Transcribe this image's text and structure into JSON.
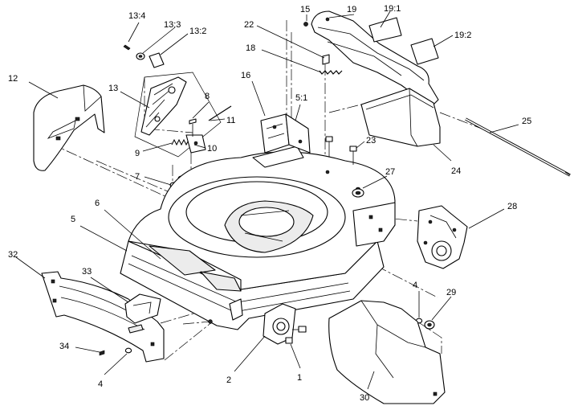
{
  "callouts": [
    {
      "id": "c1",
      "text": "1"
    },
    {
      "id": "c2",
      "text": "2"
    },
    {
      "id": "c4a",
      "text": "4"
    },
    {
      "id": "c4b",
      "text": "4"
    },
    {
      "id": "c5",
      "text": "5"
    },
    {
      "id": "c5_1",
      "text": "5:1"
    },
    {
      "id": "c6",
      "text": "6"
    },
    {
      "id": "c7",
      "text": "7"
    },
    {
      "id": "c8",
      "text": "8"
    },
    {
      "id": "c9",
      "text": "9"
    },
    {
      "id": "c10",
      "text": "10"
    },
    {
      "id": "c11",
      "text": "11"
    },
    {
      "id": "c12",
      "text": "12"
    },
    {
      "id": "c13",
      "text": "13"
    },
    {
      "id": "c13_2",
      "text": "13:2"
    },
    {
      "id": "c13_3",
      "text": "13:3"
    },
    {
      "id": "c13_4",
      "text": "13:4"
    },
    {
      "id": "c15",
      "text": "15"
    },
    {
      "id": "c16",
      "text": "16"
    },
    {
      "id": "c18",
      "text": "18"
    },
    {
      "id": "c19",
      "text": "19"
    },
    {
      "id": "c19_1",
      "text": "19:1"
    },
    {
      "id": "c19_2",
      "text": "19:2"
    },
    {
      "id": "c22",
      "text": "22"
    },
    {
      "id": "c23",
      "text": "23"
    },
    {
      "id": "c24",
      "text": "24"
    },
    {
      "id": "c25",
      "text": "25"
    },
    {
      "id": "c27",
      "text": "27"
    },
    {
      "id": "c28",
      "text": "28"
    },
    {
      "id": "c29",
      "text": "29"
    },
    {
      "id": "c30",
      "text": "30"
    },
    {
      "id": "c32",
      "text": "32"
    },
    {
      "id": "c33",
      "text": "33"
    },
    {
      "id": "c34",
      "text": "34"
    }
  ]
}
